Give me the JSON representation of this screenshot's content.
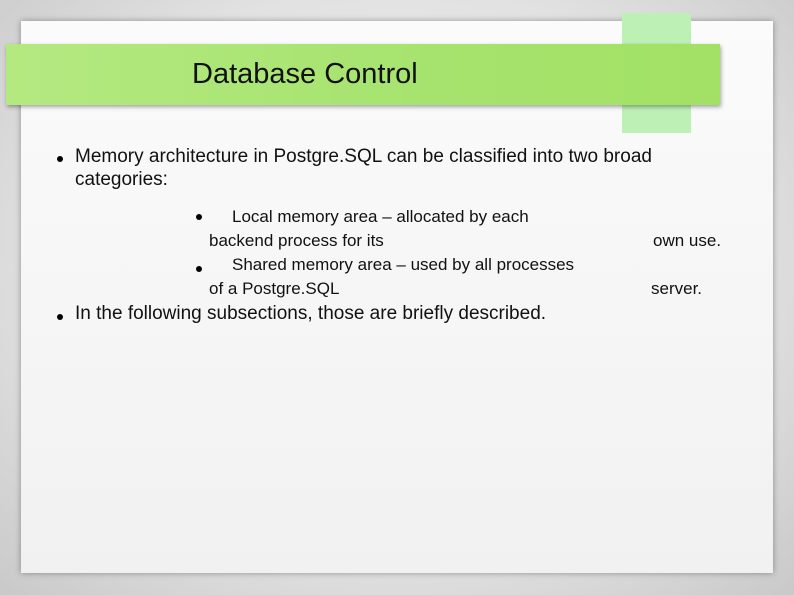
{
  "slide": {
    "title": "Database Control",
    "bullets": [
      {
        "line1": "Memory architecture in Postgre.SQL can be classified into two broad",
        "line2": "categories:"
      },
      {
        "line1": "In the following subsections, those are briefly described."
      }
    ],
    "sub_bullets": [
      {
        "line1": "Local memory area – allocated by each",
        "line2_left": "backend process for its",
        "line2_right": "own use."
      },
      {
        "line1": "Shared memory area – used by all processes",
        "line2_left": "of a Postgre.SQL",
        "line2_right": "server."
      }
    ]
  },
  "colors": {
    "title_bar": "#a6e36e",
    "accent_block": "#bdf0b5",
    "text": "#111111"
  }
}
